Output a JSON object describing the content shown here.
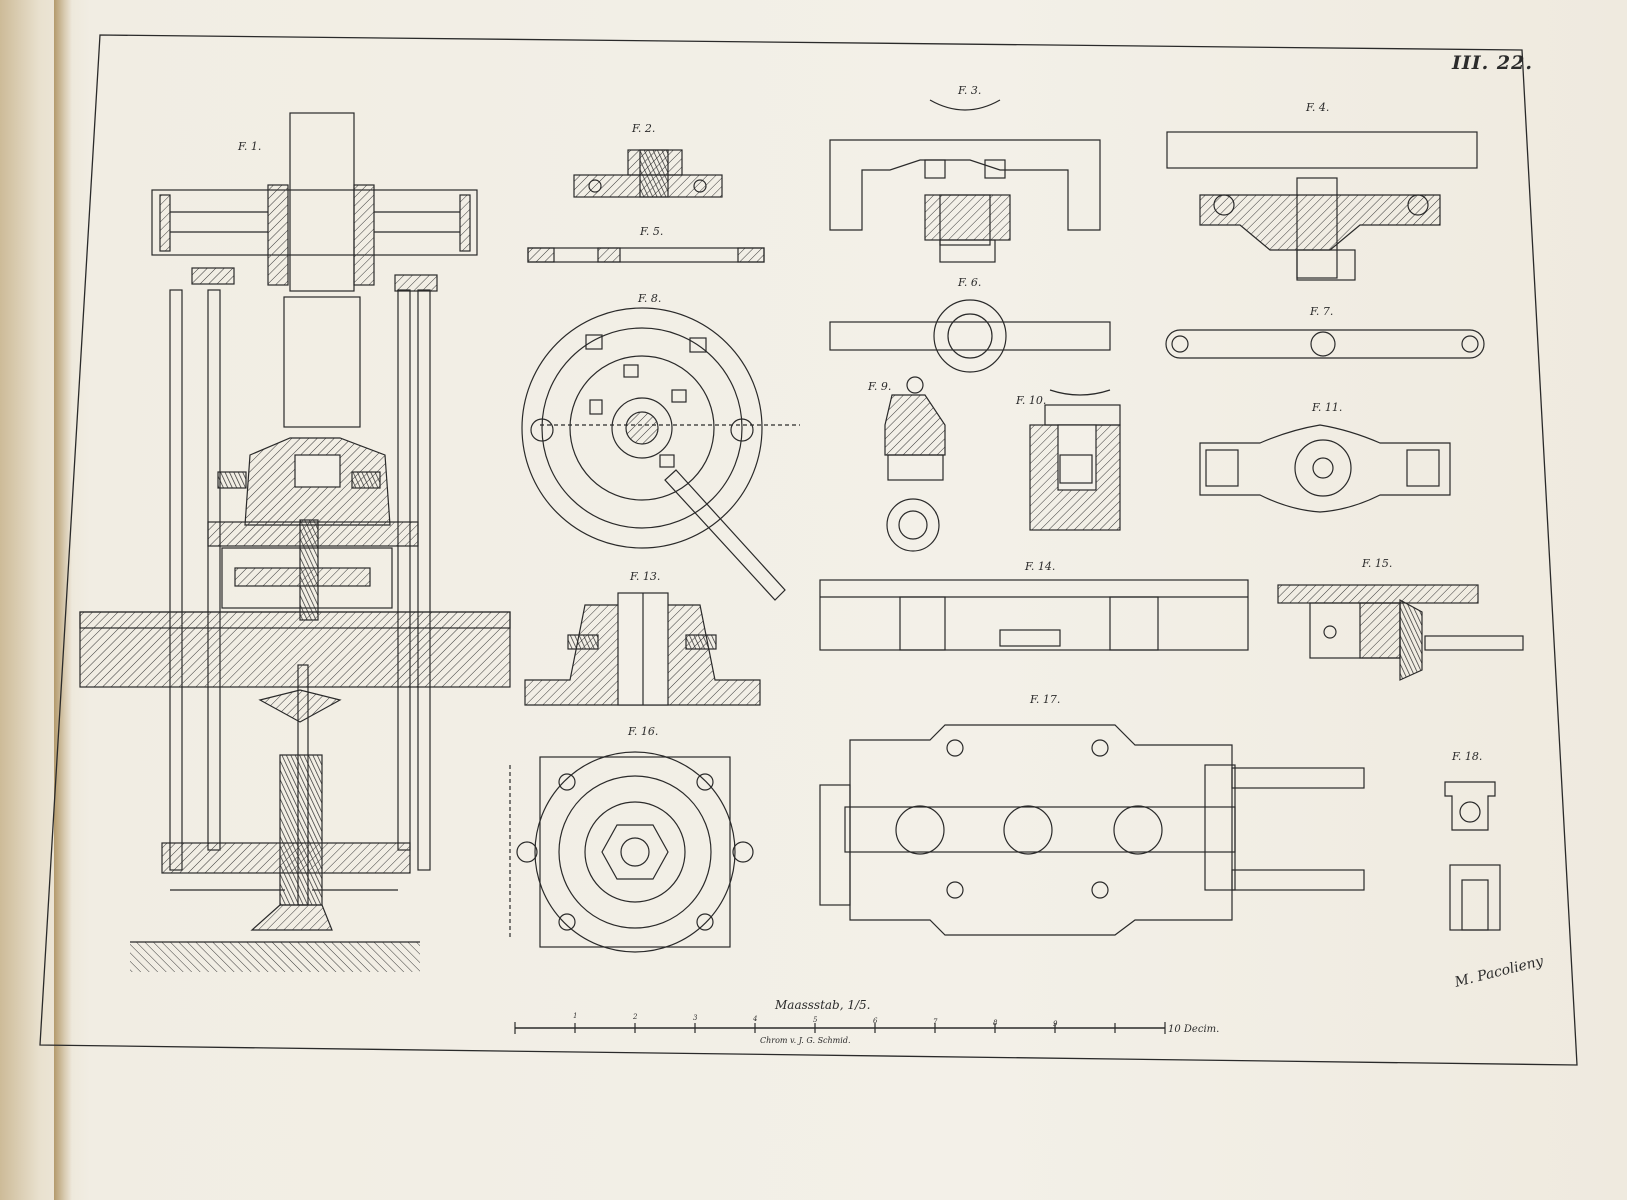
{
  "plate": {
    "number": "III. 22.",
    "figure_labels": {
      "f1": "F. 1.",
      "f2": "F. 2.",
      "f3": "F. 3.",
      "f4": "F. 4.",
      "f5": "F. 5.",
      "f6": "F. 6.",
      "f7": "F. 7.",
      "f8": "F. 8.",
      "f9": "F. 9.",
      "f10": "F. 10.",
      "f11": "F. 11.",
      "f13": "F. 13.",
      "f14": "F. 14.",
      "f15": "F. 15.",
      "f16": "F. 16.",
      "f17": "F. 17.",
      "f18": "F. 18."
    },
    "scale": {
      "title": "Maassstab, 1/5.",
      "ticks": [
        "1",
        "2",
        "3",
        "4",
        "5",
        "6",
        "7",
        "8",
        "9"
      ],
      "unit": "10 Decim.",
      "printer": "Chrom v. J. G. Schmid."
    },
    "signature": "M. Pacolieny"
  },
  "colors": {
    "ink": "#2a2a2a",
    "hatch": "#3a3a3a",
    "paper": "#f3f0e8"
  }
}
